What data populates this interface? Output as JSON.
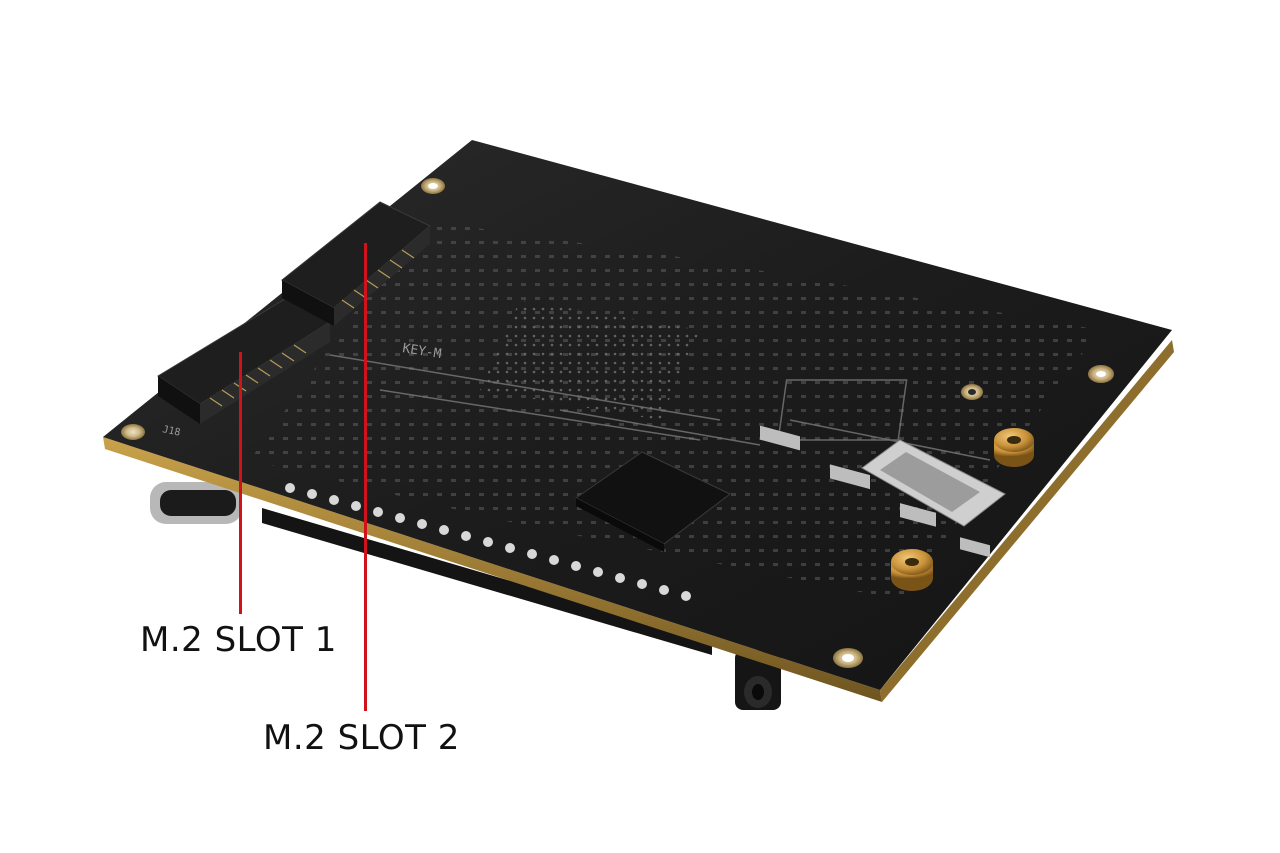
{
  "callouts": {
    "slot1": {
      "label": "M.2 SLOT 1"
    },
    "slot2": {
      "label": "M.2 SLOT 2"
    }
  },
  "board": {
    "silkscreen_key": "KEY-M",
    "connector_label": "J18"
  },
  "colors": {
    "background": "#ffffff",
    "callout_line": "#d0121b",
    "callout_text": "#111111",
    "pcb": "#1a1a1a",
    "pcb_edge": "#b8923a",
    "brass": "#c9923a"
  }
}
